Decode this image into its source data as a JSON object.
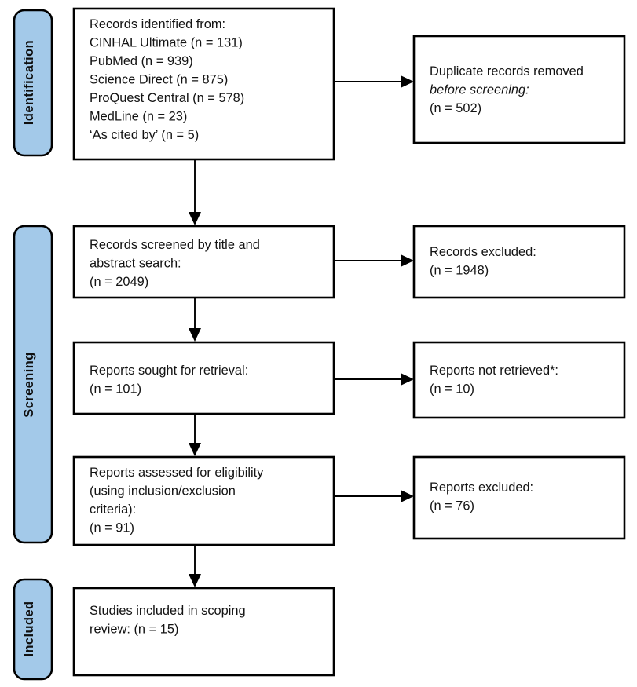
{
  "diagram": {
    "type": "prisma-flow-diagram",
    "accent_color": "#a3c9e9",
    "box_fill": "#ffffff",
    "stroke_color": "#000000",
    "stages": [
      {
        "id": "identification",
        "label": "Identification"
      },
      {
        "id": "screening",
        "label": "Screening"
      },
      {
        "id": "included",
        "label": "Included"
      }
    ],
    "boxes": {
      "records_identified": {
        "lines": [
          "Records identified from:",
          "CINHAL Ultimate (n = 131)",
          "PubMed (n = 939)",
          "Science Direct (n = 875)",
          "ProQuest Central (n = 578)",
          "MedLine (n = 23)",
          "‘As cited by’ (n = 5)"
        ]
      },
      "duplicates_removed": {
        "lines": [
          "Duplicate records removed",
          "before screening:",
          "(n = 502)"
        ],
        "italic_lines": [
          1
        ]
      },
      "records_screened": {
        "lines": [
          "Records screened by title and",
          "abstract search:",
          "(n = 2049)"
        ]
      },
      "records_excluded": {
        "lines": [
          "Records excluded:",
          "(n = 1948)"
        ]
      },
      "reports_sought": {
        "lines": [
          "Reports sought for retrieval:",
          "(n = 101)"
        ]
      },
      "reports_not_retrieved": {
        "lines": [
          "Reports not retrieved*:",
          "(n = 10)"
        ]
      },
      "reports_assessed": {
        "lines": [
          "Reports assessed for eligibility",
          "(using inclusion/exclusion",
          "criteria):",
          "(n = 91)"
        ]
      },
      "reports_excluded": {
        "lines": [
          "Reports excluded:",
          "(n = 76)"
        ]
      },
      "studies_included": {
        "lines": [
          "Studies included in scoping",
          "review: (n = 15)"
        ]
      }
    },
    "counts": {
      "cinhal_ultimate": 131,
      "pubmed": 939,
      "science_direct": 875,
      "proquest_central": 578,
      "medline": 23,
      "as_cited_by": 5,
      "duplicates_removed": 502,
      "records_screened": 2049,
      "records_excluded": 1948,
      "reports_sought": 101,
      "reports_not_retrieved": 10,
      "reports_assessed": 91,
      "reports_excluded": 76,
      "studies_included": 15
    }
  }
}
